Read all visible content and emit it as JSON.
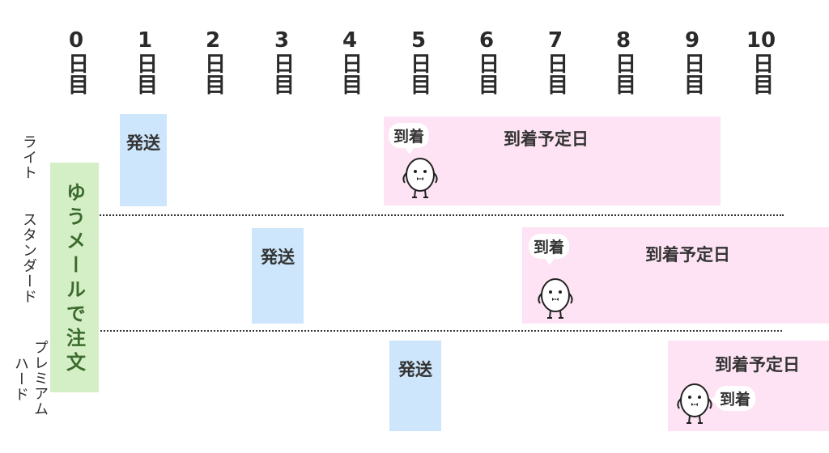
{
  "days": [
    {
      "num": "0",
      "kanji": "日目"
    },
    {
      "num": "1",
      "kanji": "日目"
    },
    {
      "num": "2",
      "kanji": "日目"
    },
    {
      "num": "3",
      "kanji": "日目"
    },
    {
      "num": "4",
      "kanji": "日目"
    },
    {
      "num": "5",
      "kanji": "日目"
    },
    {
      "num": "6",
      "kanji": "日目"
    },
    {
      "num": "7",
      "kanji": "日目"
    },
    {
      "num": "8",
      "kanji": "日目"
    },
    {
      "num": "9",
      "kanji": "日目"
    },
    {
      "num": "10",
      "kanji": "日目"
    }
  ],
  "order_label": "ゆうメールで注文",
  "rows": [
    {
      "label": "ライト",
      "ship_label": "発送",
      "ship_day": 1,
      "arrival_day": 5,
      "arrival_end_day": 9.4,
      "arrival_title": "到着予定日",
      "bubble": "到着"
    },
    {
      "label": "スタンダード",
      "ship_label": "発送",
      "ship_day": 3,
      "arrival_day": 7,
      "arrival_end_day": 11,
      "arrival_title": "到着予定日",
      "bubble": "到着"
    },
    {
      "label_line1": "プレミアム",
      "label_line2": "ハード",
      "ship_label": "発送",
      "ship_day": 5,
      "arrival_day": 9,
      "arrival_end_day": 11,
      "arrival_title": "到着予定日",
      "bubble": "到着"
    }
  ]
}
